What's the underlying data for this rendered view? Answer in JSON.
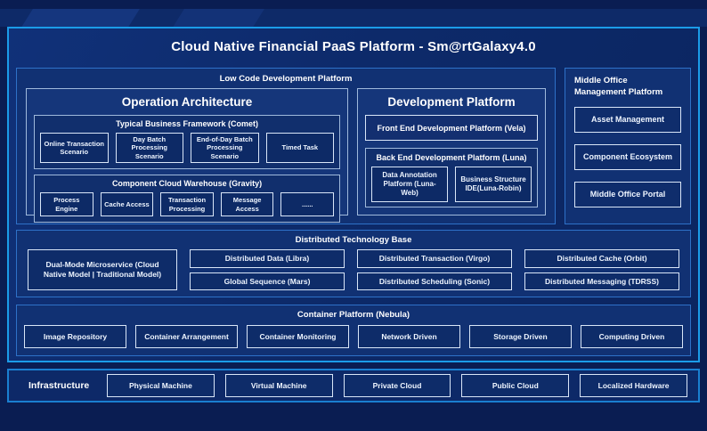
{
  "title": "Cloud Native Financial PaaS Platform - Sm@rtGalaxy4.0",
  "low_code": {
    "header": "Low Code Development Platform",
    "operation_architecture": {
      "title": "Operation Architecture",
      "typical_business": {
        "title": "Typical Business Framework (Comet)",
        "items": [
          "Online Transaction Scenario",
          "Day Batch Processing Scenario",
          "End-of-Day Batch Processing Scenario",
          "Timed Task"
        ]
      },
      "component_warehouse": {
        "title": "Component Cloud Warehouse (Gravity)",
        "items": [
          "Process Engine",
          "Cache Access",
          "Transaction Processing",
          "Message Access",
          "......"
        ]
      }
    },
    "development_platform": {
      "title": "Development Platform",
      "front_end": "Front End Development Platform (Vela)",
      "back_end": {
        "title": "Back End Development Platform (Luna)",
        "items": [
          "Data Annotation Platform (Luna-Web)",
          "Business Structure IDE(Luna-Robin)"
        ]
      }
    }
  },
  "middle_office": {
    "header": "Middle Office Management Platform",
    "items": [
      "Asset Management",
      "Component Ecosystem",
      "Middle Office Portal"
    ]
  },
  "distributed": {
    "header": "Distributed Technology Base",
    "dual_mode": "Dual-Mode Microservice (Cloud Native Model | Traditional Model)",
    "grid": [
      [
        "Distributed Data (Libra)",
        "Global Sequence (Mars)"
      ],
      [
        "Distributed Transaction (Virgo)",
        "Distributed Scheduling (Sonic)"
      ],
      [
        "Distributed Cache (Orbit)",
        "Distributed Messaging (TDRSS)"
      ]
    ]
  },
  "container_platform": {
    "header": "Container Platform (Nebula)",
    "items": [
      "Image Repository",
      "Container Arrangement",
      "Container Monitoring",
      "Network Driven",
      "Storage Driven",
      "Computing Driven"
    ]
  },
  "infrastructure": {
    "label": "Infrastructure",
    "items": [
      "Physical Machine",
      "Virtual Machine",
      "Private Cloud",
      "Public Cloud",
      "Localized Hardware"
    ]
  },
  "colors": {
    "page_background": "#0a1d52",
    "frame_border": "#1b9ce8",
    "section_border": "#2e71c8",
    "section_fill": "#113173",
    "item_border": "#d9e6f8",
    "item_fill": "#0d2a66",
    "infrastructure_border": "#1a7fd0",
    "text": "#ffffff"
  }
}
